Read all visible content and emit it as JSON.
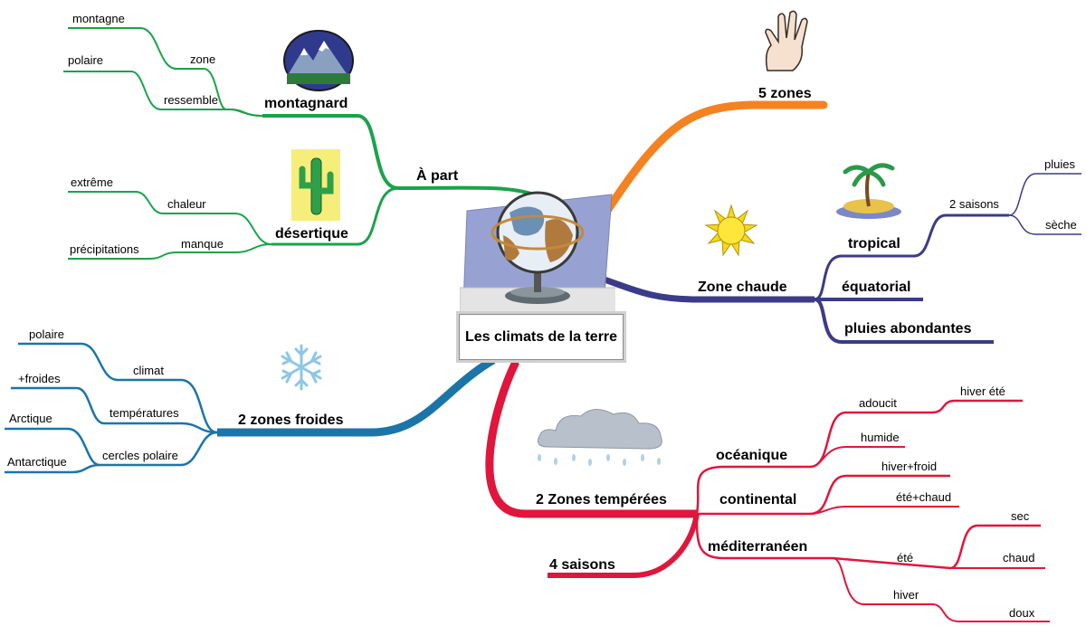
{
  "center": {
    "title": "Les climats de la terre"
  },
  "colors": {
    "green": "#1aa34a",
    "orange": "#f58220",
    "navy": "#3b3b8a",
    "blue": "#1b75a8",
    "red": "#e0163c"
  },
  "branches": {
    "five_zones": {
      "label": "5 zones",
      "icon": "hand-icon"
    },
    "a_part": {
      "label": "À part",
      "montagnard": {
        "label": "montagnard",
        "icon": "mountain-icon",
        "zone": "zone",
        "montagne": "montagne",
        "ressemble": "ressemble",
        "polaire": "polaire"
      },
      "desertique": {
        "label": "désertique",
        "icon": "cactus-icon",
        "chaleur": "chaleur",
        "extreme": "extrême",
        "manque": "manque",
        "precipitations": "précipitations"
      }
    },
    "zone_chaude": {
      "label": "Zone chaude",
      "icon_sun": "sun-icon",
      "icon_island": "island-icon",
      "tropical": "tropical",
      "deux_saisons": "2 saisons",
      "pluies": "pluies",
      "seche": "sèche",
      "equatorial": "équatorial",
      "pluies_abondantes": "pluies abondantes"
    },
    "zones_froides": {
      "label": "2 zones froides",
      "icon": "snowflake-icon",
      "climat": "climat",
      "polaire": "polaire",
      "temperatures": "températures",
      "froides": "+froides",
      "cercles": "cercles polaire",
      "arctique": "Arctique",
      "antarctique": "Antarctique"
    },
    "zones_temperees": {
      "label": "2 Zones tempérées",
      "icon": "cloud-icon",
      "oceanique": "océanique",
      "adoucit": "adoucit",
      "hiver_ete": "hiver été",
      "humide": "humide",
      "continental": "continental",
      "hiver_froid": "hiver+froid",
      "ete_chaud": "été+chaud",
      "mediterraneen": "méditerranéen",
      "ete": "été",
      "sec": "sec",
      "chaud": "chaud",
      "hiver": "hiver",
      "doux": "doux",
      "quatre_saisons": "4 saisons"
    }
  }
}
